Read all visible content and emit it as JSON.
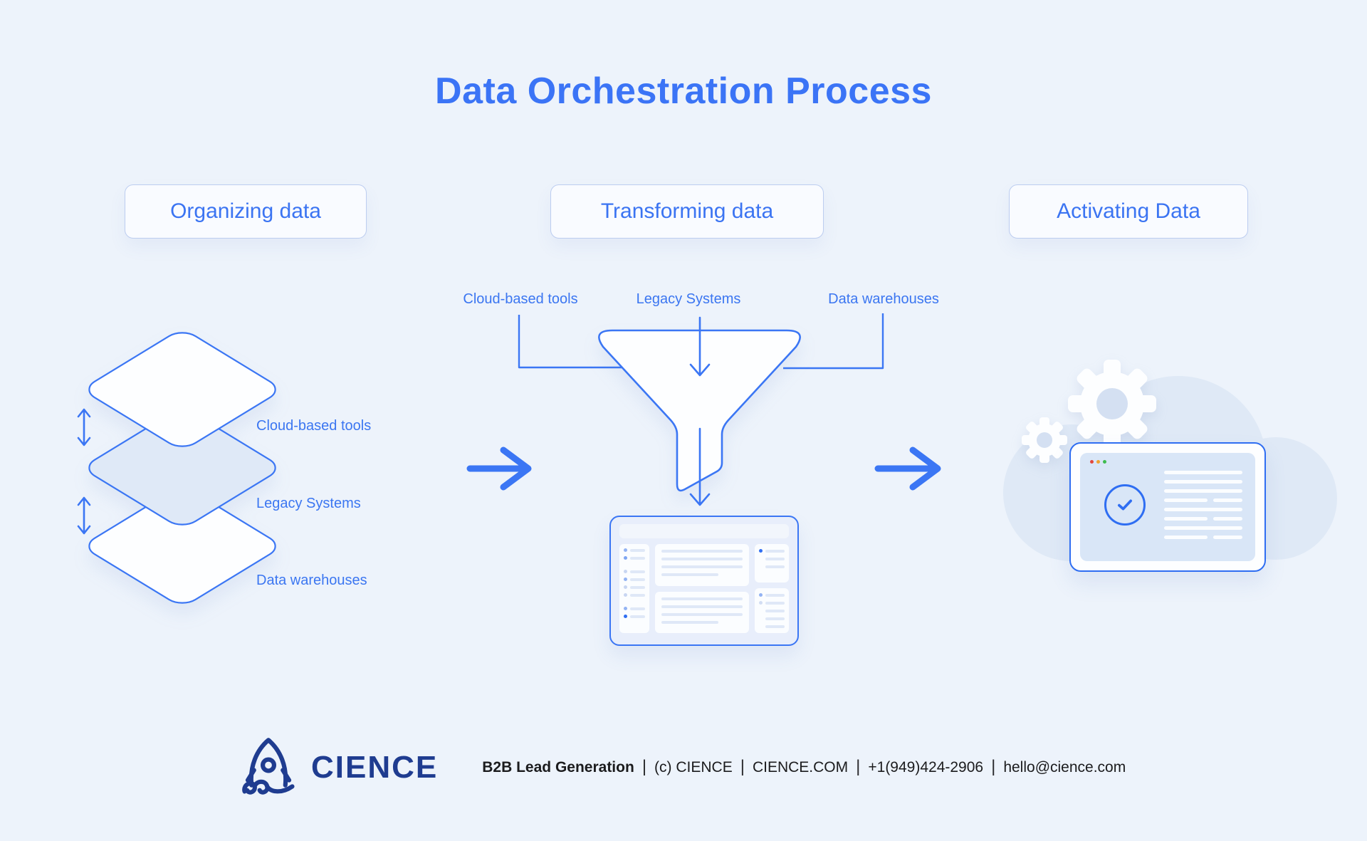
{
  "title": "Data Orchestration Process",
  "stages": [
    {
      "label": "Organizing data"
    },
    {
      "label": "Transforming data"
    },
    {
      "label": "Activating Data"
    }
  ],
  "organizing": {
    "layer_labels": [
      "Cloud-based tools",
      "Legacy Systems",
      "Data warehouses"
    ]
  },
  "transforming": {
    "source_labels": [
      "Cloud-based tools",
      "Legacy Systems",
      "Data warehouses"
    ]
  },
  "footer": {
    "brand": "CIENCE",
    "tagline_bold": "B2B Lead Generation",
    "separator": "|",
    "items": [
      "(c) CIENCE",
      "CIENCE.COM",
      "+1(949)424-2906",
      "hello@cience.com"
    ]
  },
  "colors": {
    "background": "#edf3fb",
    "primary_blue": "#3b74f6",
    "stroke_blue": "#3b76f4",
    "box_border": "#bccdf0",
    "light_fill": "#dfe9f7",
    "card_fill": "#e8eefb",
    "cloud_fill": "#dfe9f6",
    "brand_navy": "#1f3c90",
    "footer_text": "#1b1b1d",
    "traffic_red": "#e2483d",
    "traffic_orange": "#f0a32f",
    "traffic_green": "#3ebc4f"
  }
}
